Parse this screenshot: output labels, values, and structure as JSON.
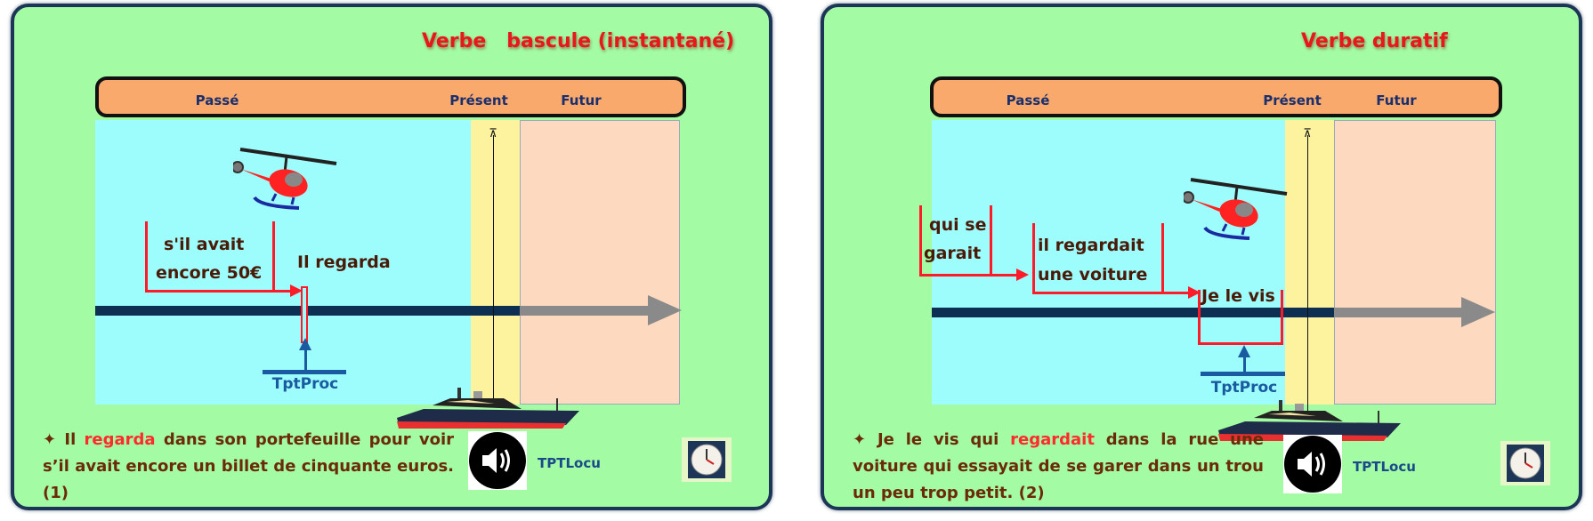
{
  "panels": [
    {
      "title": "Verbe   bascule (instantané)",
      "timeline": {
        "past": "Passé",
        "present": "Présent",
        "future": "Futur"
      },
      "boxes": [
        {
          "line1": "s'il  avait",
          "line2": "encore 50€"
        }
      ],
      "event_label": "Il regarda",
      "process_label": "TptProc",
      "sentence": {
        "bullet": "✦",
        "before": "Il ",
        "highlight": "regarda",
        "after": " dans son portefeuille pour voir s’il avait encore un billet de cinquante euros. (1)"
      },
      "audio_label": "TPTLocu",
      "icons": [
        "helicopter-icon",
        "ship-icon",
        "speaker-icon",
        "clock-icon"
      ]
    },
    {
      "title": "Verbe duratif",
      "timeline": {
        "past": "Passé",
        "present": "Présent",
        "future": "Futur"
      },
      "boxes": [
        {
          "line1": "qui se",
          "line2": "garait"
        },
        {
          "line1": "il regardait",
          "line2": "une voiture"
        }
      ],
      "event_label": "Je le vis",
      "process_label": "TptProc",
      "sentence": {
        "bullet": "✦",
        "before": "Je le vis qui ",
        "highlight": "regardait",
        "after": " dans la rue une voiture qui essayait de se garer dans un trou un peu trop petit. (2)"
      },
      "audio_label": "TPTLocu",
      "icons": [
        "helicopter-icon",
        "ship-icon",
        "speaker-icon",
        "clock-icon"
      ]
    }
  ],
  "colors": {
    "panel_bg": "#a3fba3",
    "title": "#e8171a",
    "header": "#f8a96b",
    "past": "#9dfdfd",
    "present": "#fdf29d",
    "future": "#fcd9bf",
    "timeline": "#0c2f52",
    "accent_red": "#ff1a2a",
    "process_blue": "#1a5aa0"
  }
}
